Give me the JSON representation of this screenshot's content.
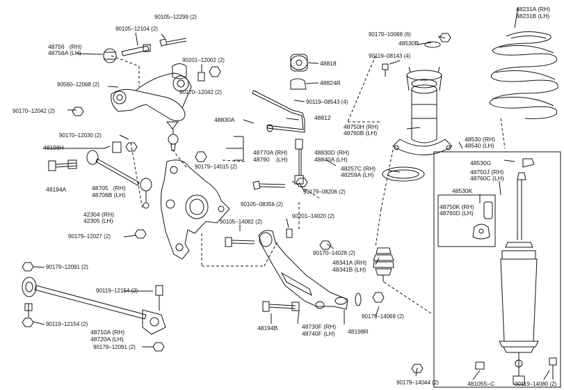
{
  "labels": {
    "p90105_12299": "90105–12299 (2)",
    "p90105_12104": "90105–12104 (2)",
    "p48756": "48756   (RH)",
    "p48756a": "48756A (LH)",
    "p90201_12002": "90201–12002 (2)",
    "p90560_12068": "90560–12068 (2)",
    "p90170_12042_l": "90170–12042 (2)",
    "p90170_12042_r": "90170–12042 (2)",
    "p90170_12030": "90170–12030 (2)",
    "p48198h": "48198H",
    "p48194a": "48194A",
    "p48705": "48705   (RH)",
    "p48706b": "48706B (LH)",
    "p42304": "42304 (RH)",
    "p42305": "42305 (LH)",
    "p90179_12027": "90179–12027 (2)",
    "p90179_12091_a": "90179–12091 (2)",
    "p90119_12154_a": "90119–12154 (2)",
    "p90119_12154_b": "90119–12154 (2)",
    "p48710a": "48710A (RH)",
    "p48720a": "48720A (LH)",
    "p90179_12091_b": "90179–12091 (2)",
    "p48770a": "48770A (RH)",
    "p48790": "48790    (LH)",
    "p90179_14015": "90179–14015 (2)",
    "p48830a": "48830A",
    "p48812": "48812",
    "p48818": "48818",
    "p48824r": "48824R",
    "p90119_08543": "90119–08543 (4)",
    "p90179_10088": "90179–10088 (6)",
    "p48530b": "48530B",
    "p90119_08143": "90119–08143 (4)",
    "p48830d": "48830D (RH)",
    "p48840a": "48840A (LH)",
    "p90179_08206": "90179–08206 (2)",
    "p90105_08356": "90105–08356 (2)",
    "p90105_14082": "90105–14082 (2)",
    "p90201_14020": "90201–14020 (2)",
    "p90170_14028": "90170–14028 (2)",
    "p48341a": "48341A (RH)",
    "p48341b": "48341B (LH)",
    "p90179_14069": "90179–14069 (2)",
    "p48194b": "48194B",
    "p48730f": "48730F (RH)",
    "p48740f": "48740F (LH)",
    "p48198r": "48198R",
    "p90179_14044": "90179–14044 (2)",
    "p48750h": "48750H (RH)",
    "p48760b": "48760B (LH)",
    "p48257c": "48257C (RH)",
    "p48259a": "48259A (LH)",
    "p48231a": "48231A (RH)",
    "p48231b": "48231B (LH)",
    "p48530": "48530 (RH)",
    "p48540": "48540 (LH)",
    "p48530g": "48530G",
    "p48750j": "48750J (RH)",
    "p48760c": "48760C (LH)",
    "p48530k": "48530K",
    "p48750k": "48750K (RH)",
    "p48760d": "48760D (LH)",
    "p481055c": "481055–C",
    "p90119_14080": "90119–14080 (2)"
  }
}
